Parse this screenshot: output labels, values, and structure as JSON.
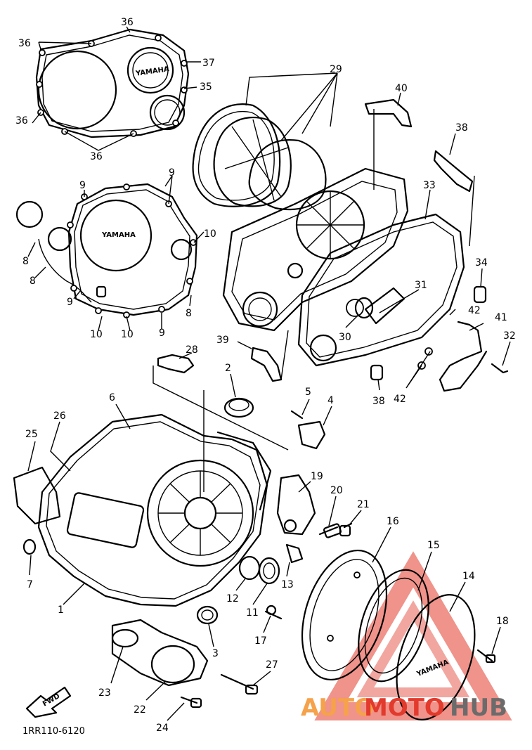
{
  "diagram_code": "1RR110-6120",
  "brand_mark": "YAMAHA",
  "forward_label": "FWD",
  "watermark": {
    "part1": "AUTO",
    "part2": "MOTO",
    "part3": "HUB",
    "color_orange": "#f5a24a",
    "color_red": "#e23a2c",
    "color_gray": "#6b6b6b"
  },
  "callouts": [
    {
      "id": "36a",
      "text": "36"
    },
    {
      "id": "36b",
      "text": "36"
    },
    {
      "id": "36c",
      "text": "36"
    },
    {
      "id": "36d",
      "text": "36"
    },
    {
      "id": "37",
      "text": "37"
    },
    {
      "id": "35",
      "text": "35"
    },
    {
      "id": "29",
      "text": "29"
    },
    {
      "id": "40",
      "text": "40"
    },
    {
      "id": "38a",
      "text": "38"
    },
    {
      "id": "33",
      "text": "33"
    },
    {
      "id": "9a",
      "text": "9"
    },
    {
      "id": "9b",
      "text": "9"
    },
    {
      "id": "9c",
      "text": "9"
    },
    {
      "id": "9d",
      "text": "9"
    },
    {
      "id": "10a",
      "text": "10"
    },
    {
      "id": "10b",
      "text": "10"
    },
    {
      "id": "10c",
      "text": "10"
    },
    {
      "id": "8a",
      "text": "8"
    },
    {
      "id": "8b",
      "text": "8"
    },
    {
      "id": "8c",
      "text": "8"
    },
    {
      "id": "34",
      "text": "34"
    },
    {
      "id": "31",
      "text": "31"
    },
    {
      "id": "42a",
      "text": "42"
    },
    {
      "id": "41",
      "text": "41"
    },
    {
      "id": "32",
      "text": "32"
    },
    {
      "id": "30",
      "text": "30"
    },
    {
      "id": "39",
      "text": "39"
    },
    {
      "id": "28",
      "text": "28"
    },
    {
      "id": "2",
      "text": "2"
    },
    {
      "id": "38b",
      "text": "38"
    },
    {
      "id": "42b",
      "text": "42"
    },
    {
      "id": "5",
      "text": "5"
    },
    {
      "id": "4",
      "text": "4"
    },
    {
      "id": "6",
      "text": "6"
    },
    {
      "id": "26",
      "text": "26"
    },
    {
      "id": "25",
      "text": "25"
    },
    {
      "id": "19",
      "text": "19"
    },
    {
      "id": "20",
      "text": "20"
    },
    {
      "id": "21",
      "text": "21"
    },
    {
      "id": "16",
      "text": "16"
    },
    {
      "id": "15",
      "text": "15"
    },
    {
      "id": "14",
      "text": "14"
    },
    {
      "id": "7",
      "text": "7"
    },
    {
      "id": "1",
      "text": "1"
    },
    {
      "id": "12",
      "text": "12"
    },
    {
      "id": "11",
      "text": "11"
    },
    {
      "id": "13",
      "text": "13"
    },
    {
      "id": "17",
      "text": "17"
    },
    {
      "id": "18",
      "text": "18"
    },
    {
      "id": "3",
      "text": "3"
    },
    {
      "id": "27",
      "text": "27"
    },
    {
      "id": "23",
      "text": "23"
    },
    {
      "id": "22",
      "text": "22"
    },
    {
      "id": "24",
      "text": "24"
    }
  ]
}
